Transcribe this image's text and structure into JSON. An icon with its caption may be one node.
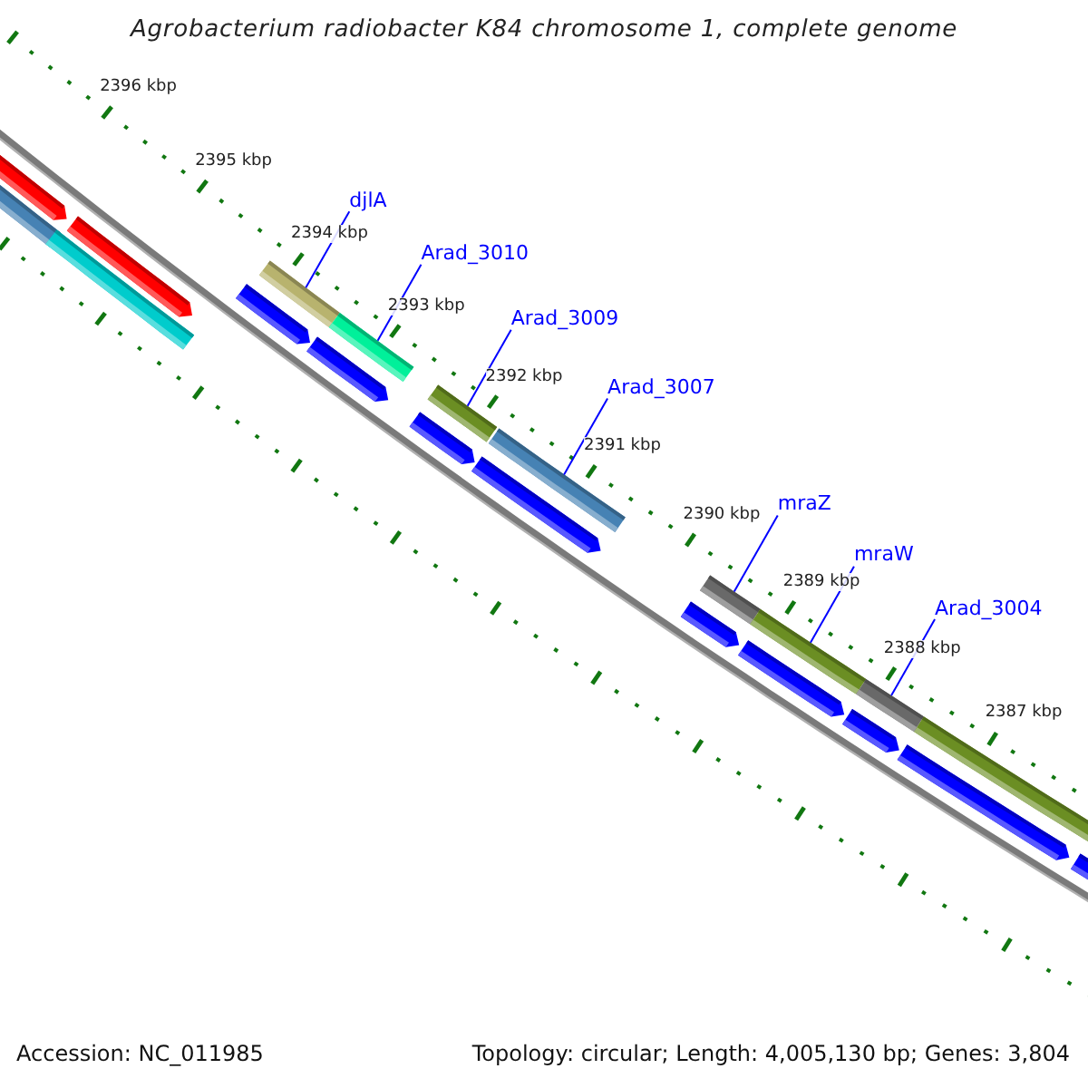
{
  "diagram": {
    "title": "Agrobacterium radiobacter K84 chromosome 1, complete genome",
    "nodes": [
      {
        "text": [
          "djlA"
        ]
      },
      {
        "text": [
          "Arad_3010"
        ]
      },
      {
        "text": [
          "Arad_3009"
        ]
      },
      {
        "text": [
          "Arad_3007"
        ]
      },
      {
        "text": [
          "mraZ"
        ]
      },
      {
        "text": [
          "mraW"
        ]
      },
      {
        "text": [
          "Arad_3004"
        ]
      },
      {
        "text": [],
        "shape": "bar"
      },
      {
        "text": [],
        "shape": "bar"
      },
      {
        "text": [],
        "shape": "bar"
      },
      {
        "text": [],
        "shape": "bar"
      },
      {
        "text": [],
        "shape": "bar"
      },
      {
        "text": [],
        "shape": "bar"
      },
      {
        "text": [],
        "shape": "bar"
      }
    ],
    "edges": [
      {
        "from": 0,
        "to": 7,
        "arrow": "none"
      },
      {
        "from": 1,
        "to": 8,
        "arrow": "none"
      },
      {
        "from": 2,
        "to": 9,
        "arrow": "none"
      },
      {
        "from": 3,
        "to": 10,
        "arrow": "none"
      },
      {
        "from": 4,
        "to": 11,
        "arrow": "none"
      },
      {
        "from": 5,
        "to": 12,
        "arrow": "none"
      },
      {
        "from": 6,
        "to": 13,
        "arrow": "none"
      }
    ],
    "labels": [
      "2396 kbp",
      "2395 kbp",
      "2394 kbp",
      "2393 kbp",
      "2392 kbp",
      "2391 kbp",
      "2390 kbp",
      "2389 kbp",
      "2388 kbp",
      "2387 kbp",
      "Accession: NC_011985",
      "Topology: circular; Length: 4,005,130 bp; Genes: 3,804"
    ]
  }
}
